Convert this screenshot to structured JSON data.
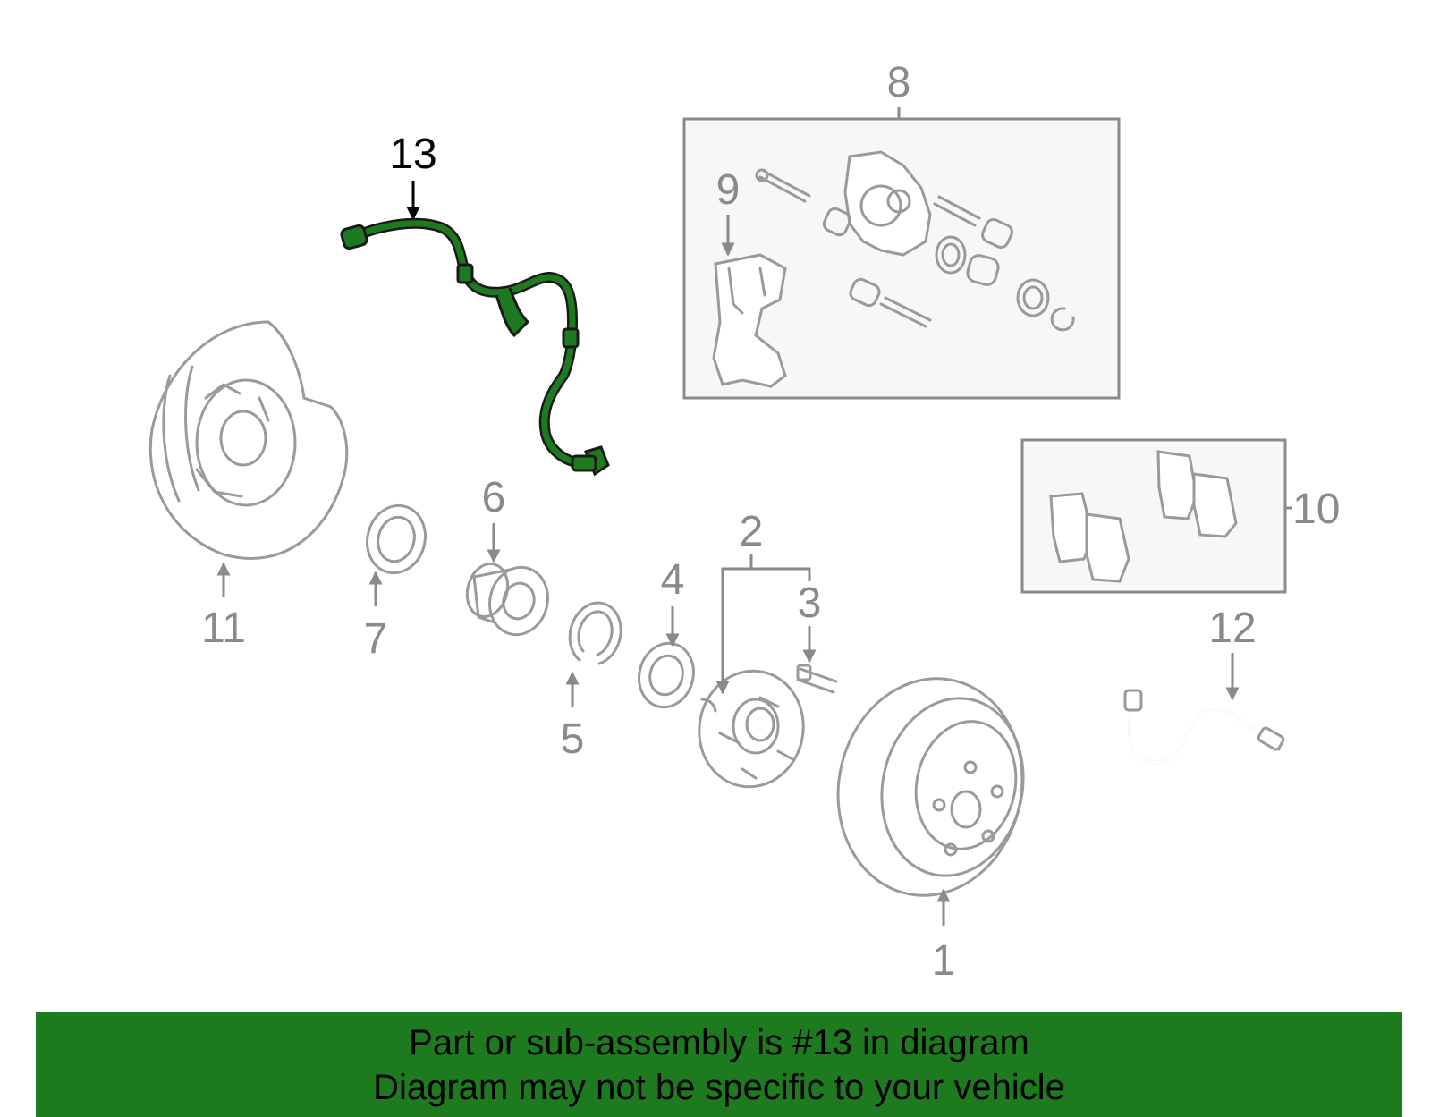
{
  "callouts": {
    "c1": "1",
    "c2": "2",
    "c3": "3",
    "c4": "4",
    "c5": "5",
    "c6": "6",
    "c7": "7",
    "c8": "8",
    "c9": "9",
    "c10": "10",
    "c11": "11",
    "c12": "12",
    "c13": "13"
  },
  "highlighted_part": "13",
  "colors": {
    "highlight": "#1e7a1e",
    "part_stroke": "#9a9a9a",
    "banner_bg": "#1e7a1e"
  },
  "banner": {
    "line1": "Part or sub-assembly is #13 in diagram",
    "line2": "Diagram may not be specific to your vehicle"
  }
}
